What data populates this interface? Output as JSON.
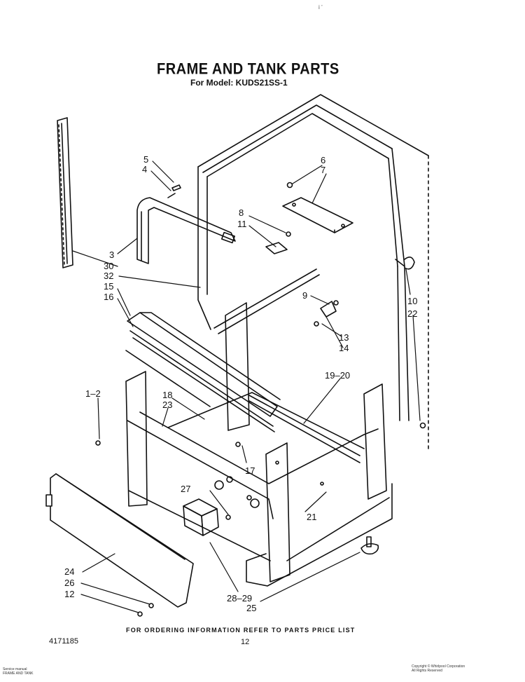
{
  "title": "FRAME AND TANK PARTS",
  "model": "For Model: KUDS21SS-1",
  "footer": "FOR ORDERING INFORMATION REFER TO PARTS PRICE LIST",
  "doc_number": "4171185",
  "page_number": "12",
  "top_mark": "i   ’",
  "fine_print_left": [
    "Service manual",
    "FRAME AND TANK"
  ],
  "fine_print_right": [
    "Copyright © Whirlpool Corporation",
    "All Rights Reserved"
  ],
  "callouts": {
    "c5": "5",
    "c4": "4",
    "c6": "6",
    "c7": "7",
    "c8": "8",
    "c11": "11",
    "c3": "3",
    "c30": "30",
    "c32": "32",
    "c15": "15",
    "c16": "16",
    "c9": "9",
    "c10": "10",
    "c22": "22",
    "c13": "13",
    "c14": "14",
    "c1_2": "1–2",
    "c18": "18",
    "c23": "23",
    "c19_20": "19–20",
    "c17": "17",
    "c27": "27",
    "c21": "21",
    "c24": "24",
    "c26": "26",
    "c12": "12",
    "c28_29": "28–29",
    "c25": "25"
  }
}
